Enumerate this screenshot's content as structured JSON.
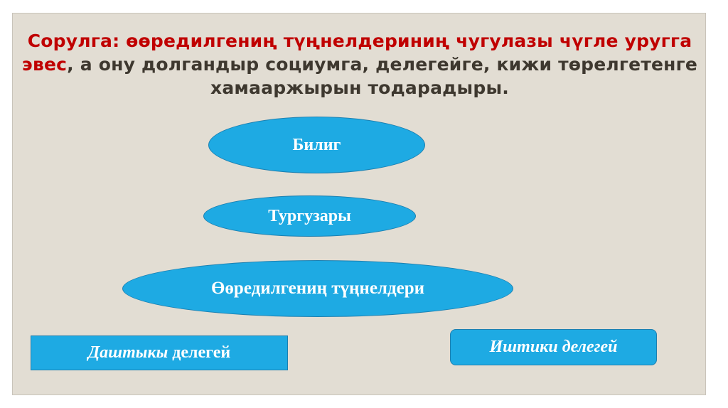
{
  "slide": {
    "title": {
      "red_part1": "Сорулга: өөредилгениң түңнелдериниң чугулазы чүгле уругга",
      "red_part2": "эвес",
      "dark_part": ", а ону долгандыр социумга, делегейге, кижи төрелгетенге хамааржырын тодарадыры."
    },
    "diagram": {
      "ellipses": [
        {
          "label": "Билиг"
        },
        {
          "label": "Тургузары"
        },
        {
          "label": "Өөредилгениң түңнелдери"
        }
      ],
      "boxes": [
        {
          "label_italic": "Даштыкы",
          "label_regular": " делегей"
        },
        {
          "label": "Иштики делегей"
        }
      ]
    },
    "colors": {
      "background": "#e2ddd3",
      "shape_fill": "#1eaae3",
      "title_red": "#c00000",
      "title_dark": "#3e382f"
    }
  }
}
